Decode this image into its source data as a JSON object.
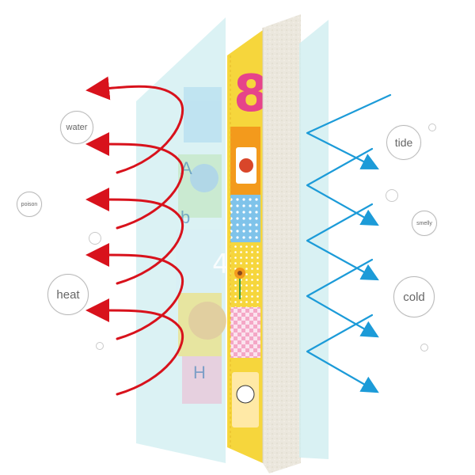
{
  "labels": {
    "water": "water",
    "poison": "poison",
    "heat": "heat",
    "tide": "tide",
    "smelly": "smelly",
    "cold": "cold"
  },
  "mat": {
    "number_top": "8",
    "number_mid": "4",
    "letter_a": "A",
    "letter_b": "b",
    "letter_h": "H"
  },
  "icons": [
    "arrow-curved-out-icon",
    "arrow-zigzag-in-icon",
    "fox-icon",
    "flower-icon",
    "lion-icon",
    "tiger-icon",
    "bear-icon"
  ],
  "colors": {
    "heat_arrow": "#d8121c",
    "cold_arrow": "#1c9bd8",
    "glass": "#cfeef0",
    "foam": "#ece9e0",
    "mat_yellow": "#f6d63c",
    "mat_orange": "#f39a1c",
    "mat_pink": "#f4a7c6"
  }
}
